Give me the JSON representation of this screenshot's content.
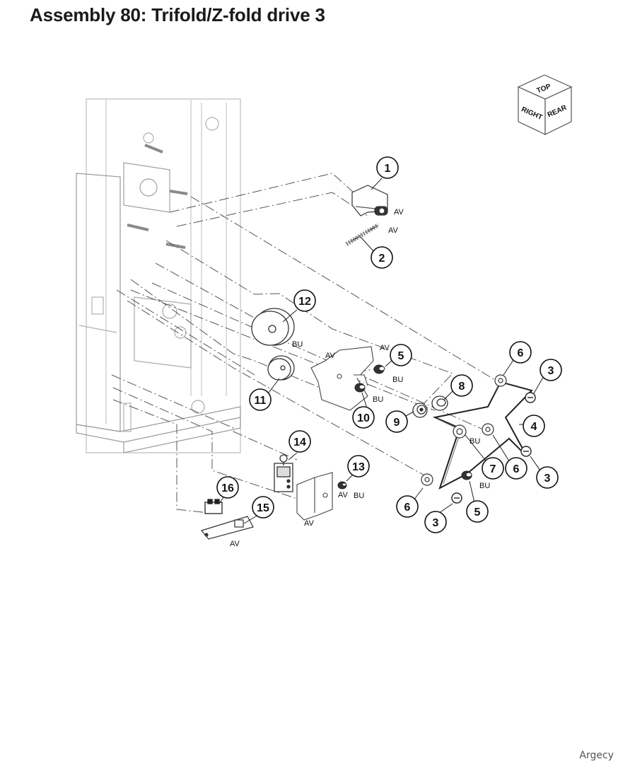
{
  "title": "Assembly 80: Trifold/Z-fold drive 3",
  "watermark": "Argecy",
  "orientation_cube": {
    "top": "TOP",
    "right": "RIGHT",
    "rear": "REAR"
  },
  "callouts": [
    {
      "id": "c1",
      "label": "1"
    },
    {
      "id": "c2",
      "label": "2"
    },
    {
      "id": "c3a",
      "label": "3"
    },
    {
      "id": "c3b",
      "label": "3"
    },
    {
      "id": "c3c",
      "label": "3"
    },
    {
      "id": "c4",
      "label": "4"
    },
    {
      "id": "c5a",
      "label": "5"
    },
    {
      "id": "c5b",
      "label": "5"
    },
    {
      "id": "c6a",
      "label": "6"
    },
    {
      "id": "c6b",
      "label": "6"
    },
    {
      "id": "c6c",
      "label": "6"
    },
    {
      "id": "c7",
      "label": "7"
    },
    {
      "id": "c8",
      "label": "8"
    },
    {
      "id": "c9",
      "label": "9"
    },
    {
      "id": "c10",
      "label": "10"
    },
    {
      "id": "c11",
      "label": "11"
    },
    {
      "id": "c12",
      "label": "12"
    },
    {
      "id": "c13",
      "label": "13"
    },
    {
      "id": "c14",
      "label": "14"
    },
    {
      "id": "c15",
      "label": "15"
    },
    {
      "id": "c16",
      "label": "16"
    }
  ],
  "notes": [
    {
      "id": "n1",
      "text": "AV"
    },
    {
      "id": "n2",
      "text": "AV"
    },
    {
      "id": "n3",
      "text": "BU"
    },
    {
      "id": "n4",
      "text": "AV"
    },
    {
      "id": "n5",
      "text": "AV"
    },
    {
      "id": "n6",
      "text": "BU"
    },
    {
      "id": "n7",
      "text": "BU"
    },
    {
      "id": "n8",
      "text": "BU"
    },
    {
      "id": "n9",
      "text": "BU"
    },
    {
      "id": "n10",
      "text": "AV"
    },
    {
      "id": "n11",
      "text": "BU"
    },
    {
      "id": "n12",
      "text": "AV"
    },
    {
      "id": "n13",
      "text": "AV"
    }
  ]
}
